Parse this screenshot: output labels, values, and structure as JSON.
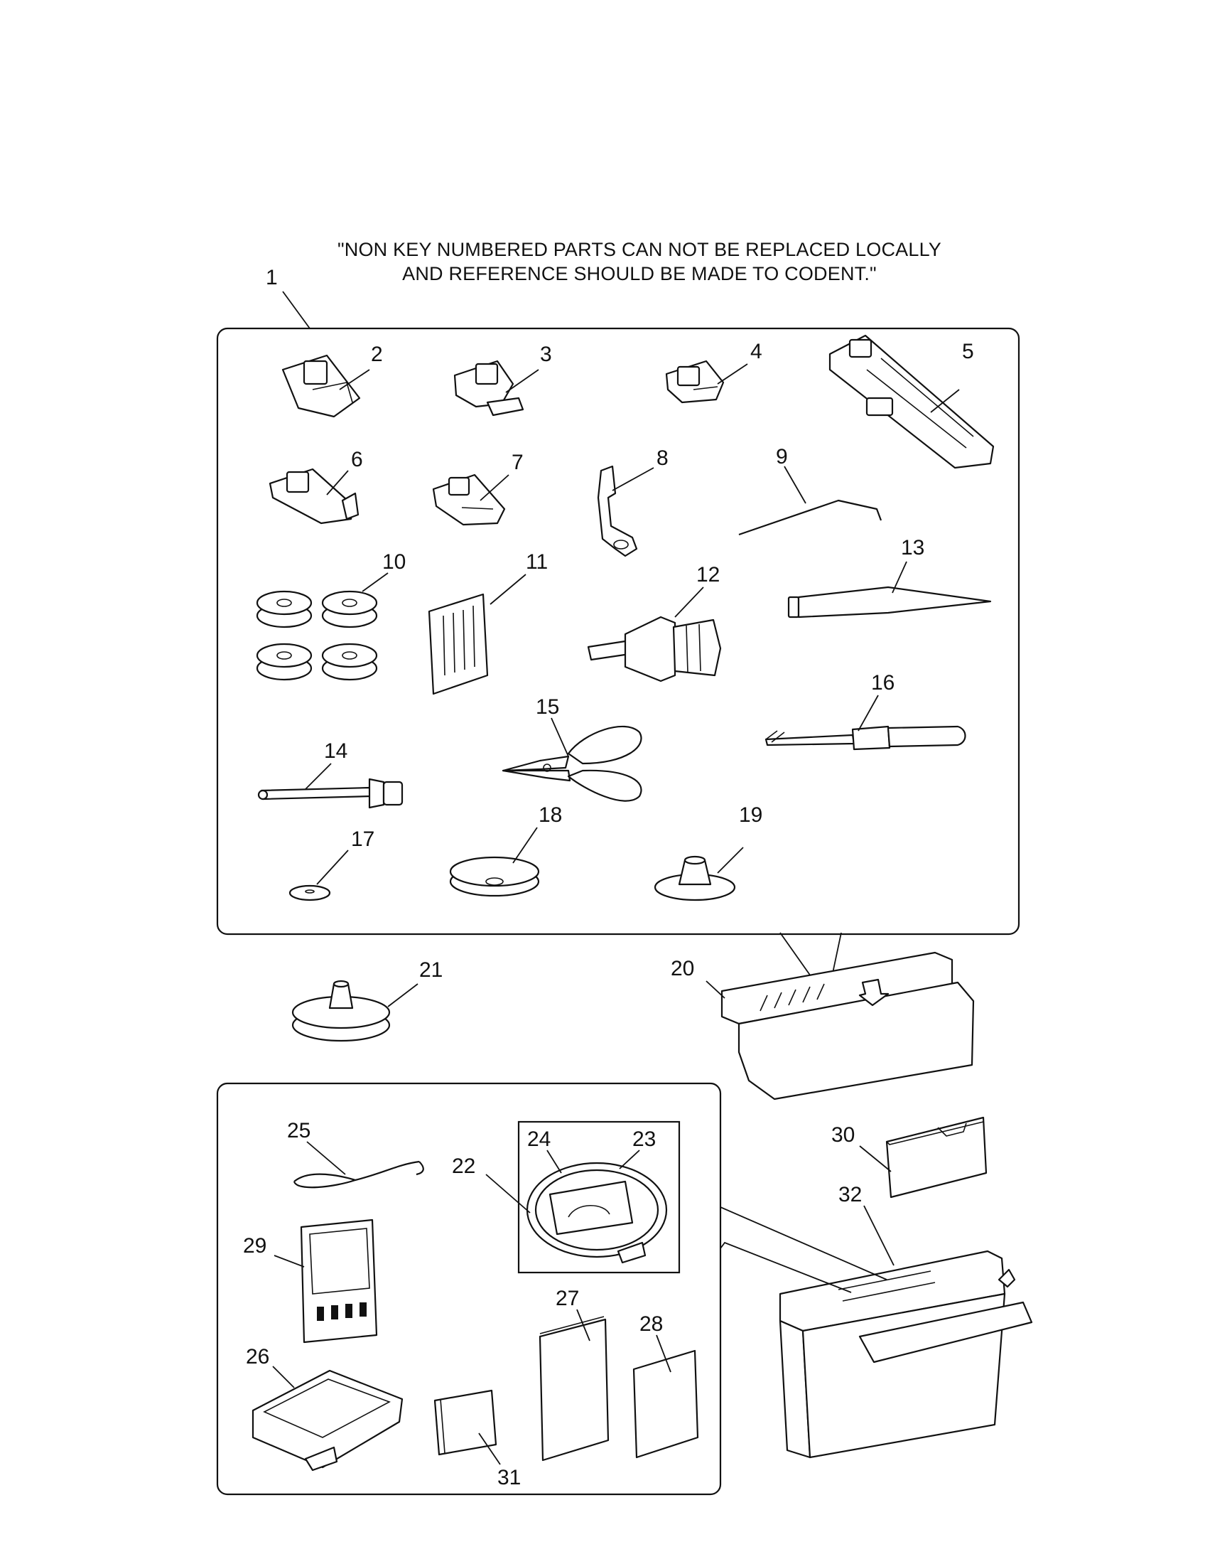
{
  "notice": {
    "line1": "\"NON KEY NUMBERED PARTS CAN NOT BE REPLACED LOCALLY",
    "line2": "AND REFERENCE SHOULD BE MADE TO CODENT.\""
  },
  "callouts": [
    {
      "id": "1",
      "label": "1"
    },
    {
      "id": "2",
      "label": "2"
    },
    {
      "id": "3",
      "label": "3"
    },
    {
      "id": "4",
      "label": "4"
    },
    {
      "id": "5",
      "label": "5"
    },
    {
      "id": "6",
      "label": "6"
    },
    {
      "id": "7",
      "label": "7"
    },
    {
      "id": "8",
      "label": "8"
    },
    {
      "id": "9",
      "label": "9"
    },
    {
      "id": "10",
      "label": "10"
    },
    {
      "id": "11",
      "label": "11"
    },
    {
      "id": "12",
      "label": "12"
    },
    {
      "id": "13",
      "label": "13"
    },
    {
      "id": "14",
      "label": "14"
    },
    {
      "id": "15",
      "label": "15"
    },
    {
      "id": "16",
      "label": "16"
    },
    {
      "id": "17",
      "label": "17"
    },
    {
      "id": "18",
      "label": "18"
    },
    {
      "id": "19",
      "label": "19"
    },
    {
      "id": "20",
      "label": "20"
    },
    {
      "id": "21",
      "label": "21"
    },
    {
      "id": "22",
      "label": "22"
    },
    {
      "id": "23",
      "label": "23"
    },
    {
      "id": "24",
      "label": "24"
    },
    {
      "id": "25",
      "label": "25"
    },
    {
      "id": "26",
      "label": "26"
    },
    {
      "id": "27",
      "label": "27"
    },
    {
      "id": "28",
      "label": "28"
    },
    {
      "id": "29",
      "label": "29"
    },
    {
      "id": "30",
      "label": "30"
    },
    {
      "id": "31",
      "label": "31"
    },
    {
      "id": "32",
      "label": "32"
    }
  ]
}
